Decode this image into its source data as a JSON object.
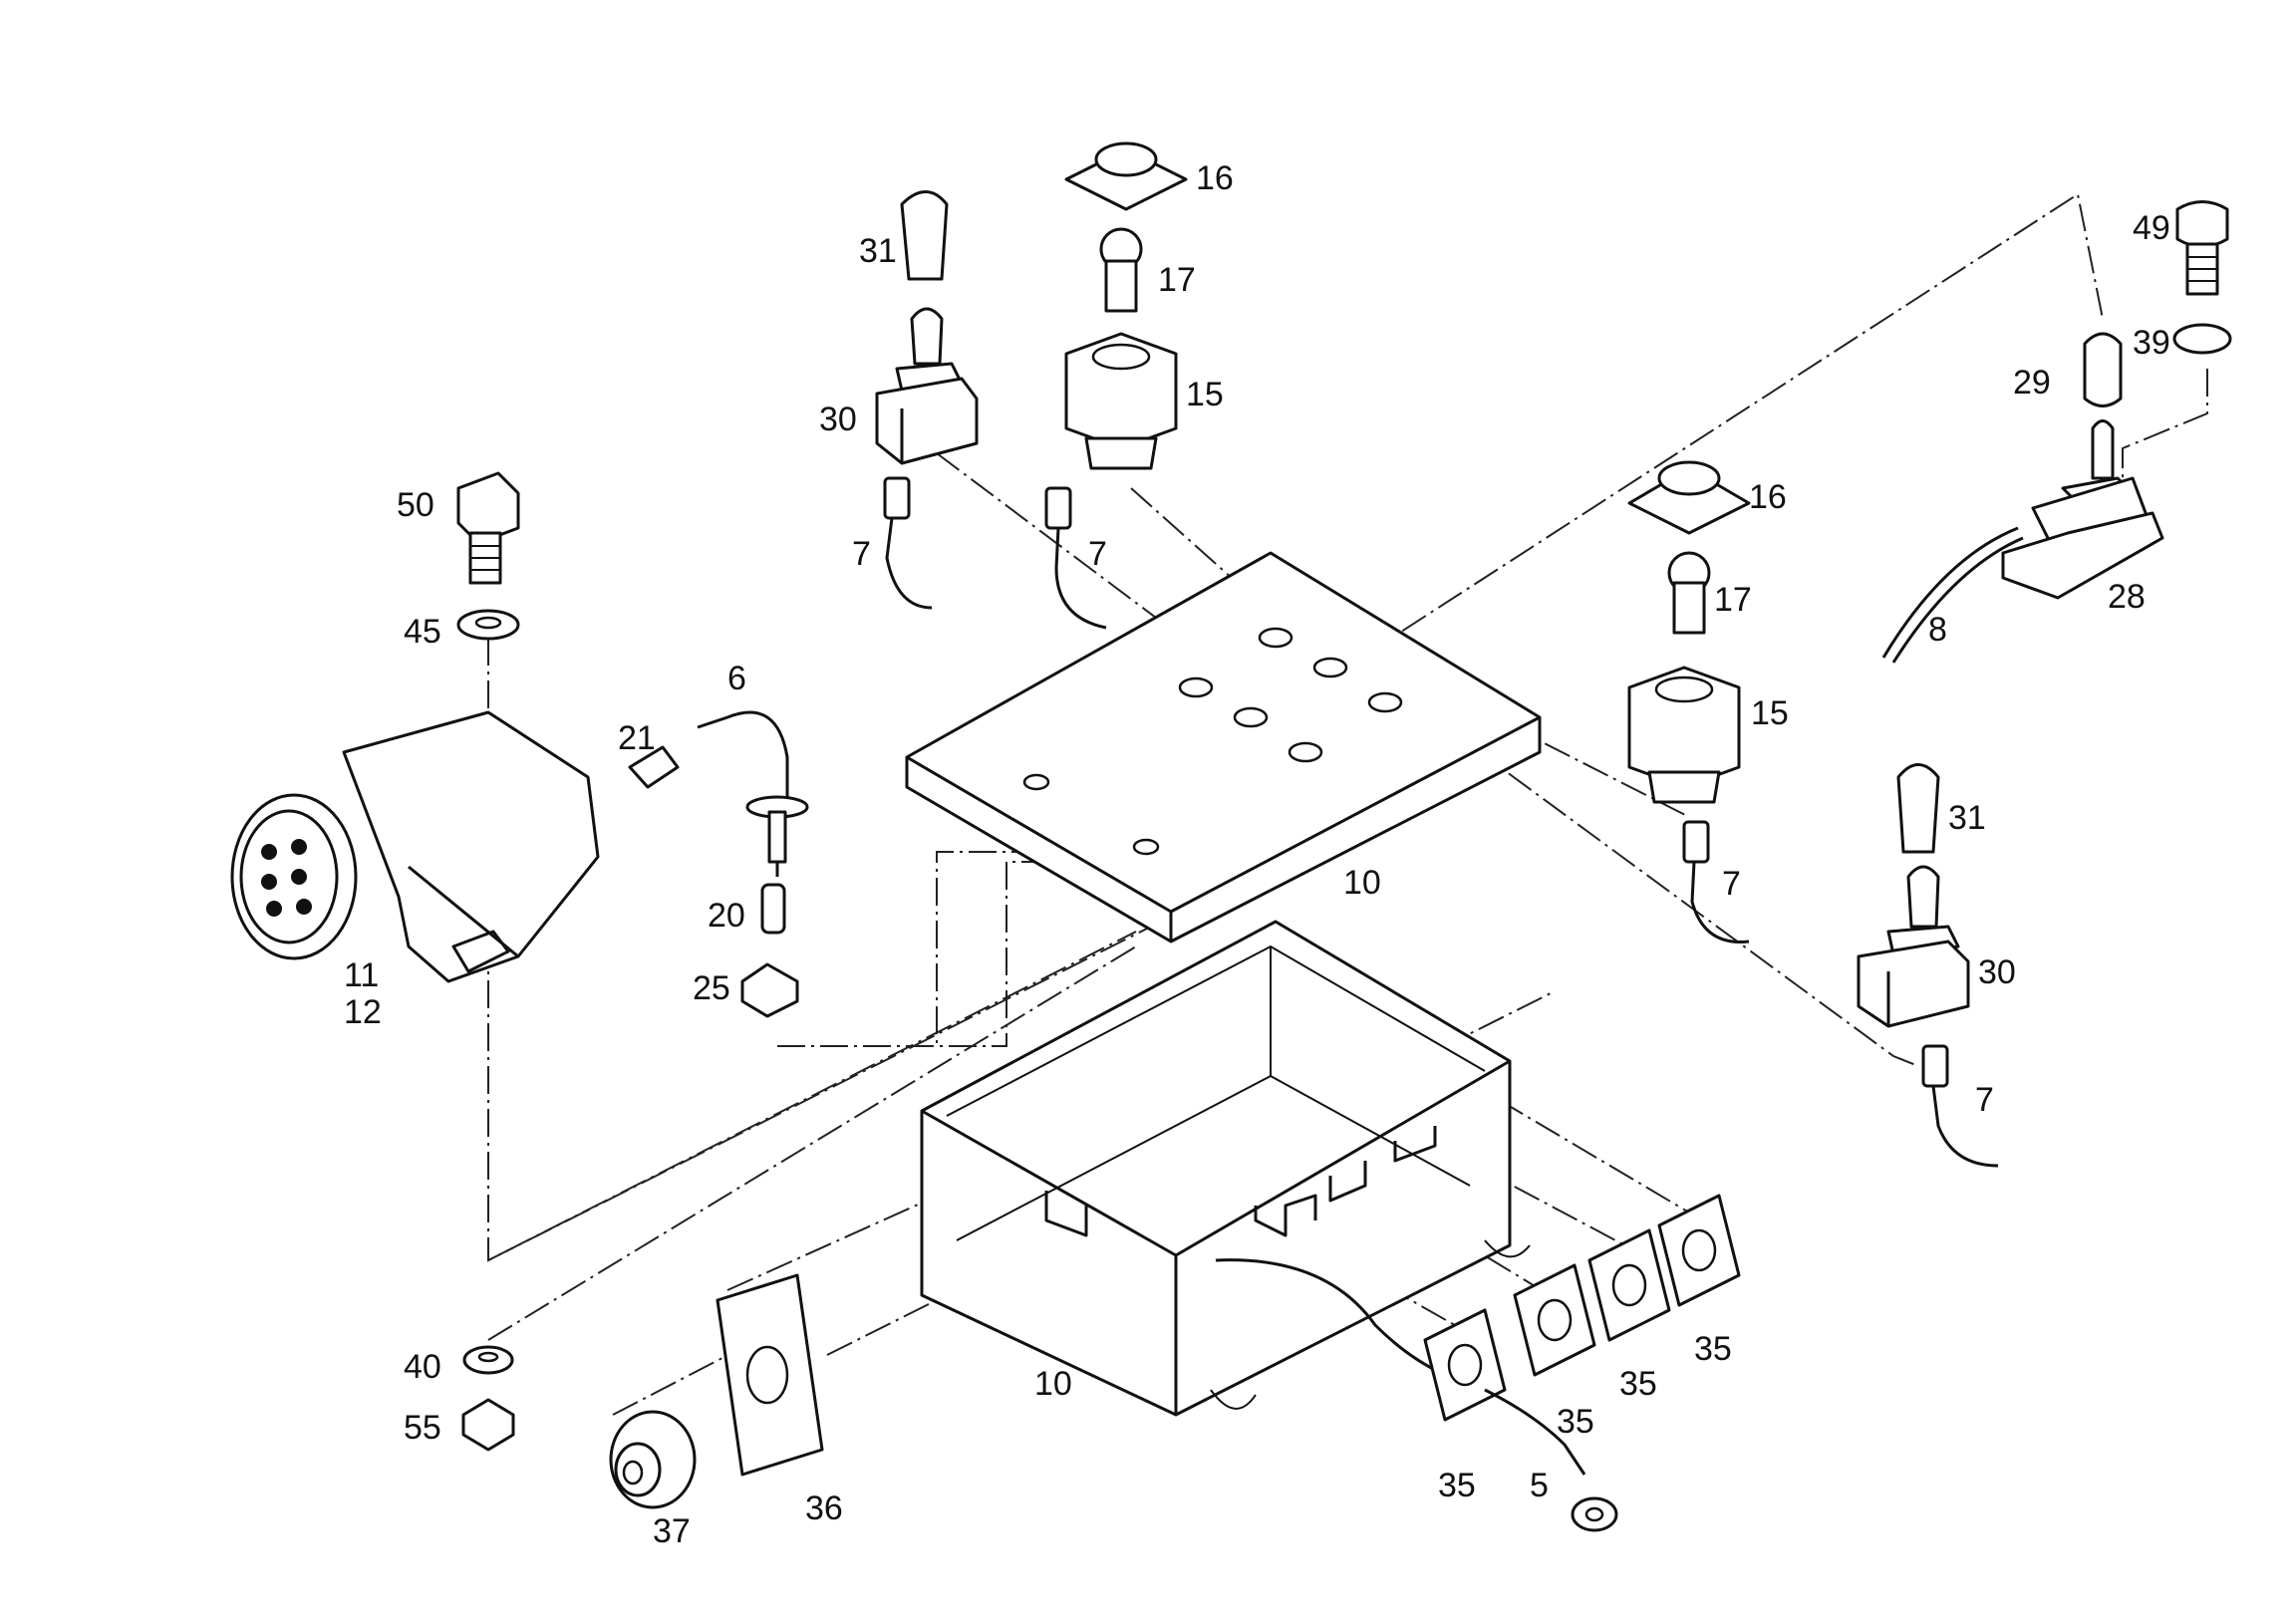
{
  "labels": {
    "p50": "50",
    "p45": "45",
    "p11": "11",
    "p12": "12",
    "p40": "40",
    "p55": "55",
    "p21": "21",
    "p6": "6",
    "p20": "20",
    "p25": "25",
    "p31a": "31",
    "p30a": "30",
    "p7a": "7",
    "p16a": "16",
    "p17a": "17",
    "p15a": "15",
    "p7b": "7",
    "p10a": "10",
    "p16b": "16",
    "p17b": "17",
    "p15b": "15",
    "p7c": "7",
    "p49": "49",
    "p39": "39",
    "p29": "29",
    "p28": "28",
    "p8": "8",
    "p31b": "31",
    "p30b": "30",
    "p7d": "7",
    "p10b": "10",
    "p35a": "35",
    "p35b": "35",
    "p35c": "35",
    "p35d": "35",
    "p5": "5",
    "p36": "36",
    "p37": "37"
  }
}
